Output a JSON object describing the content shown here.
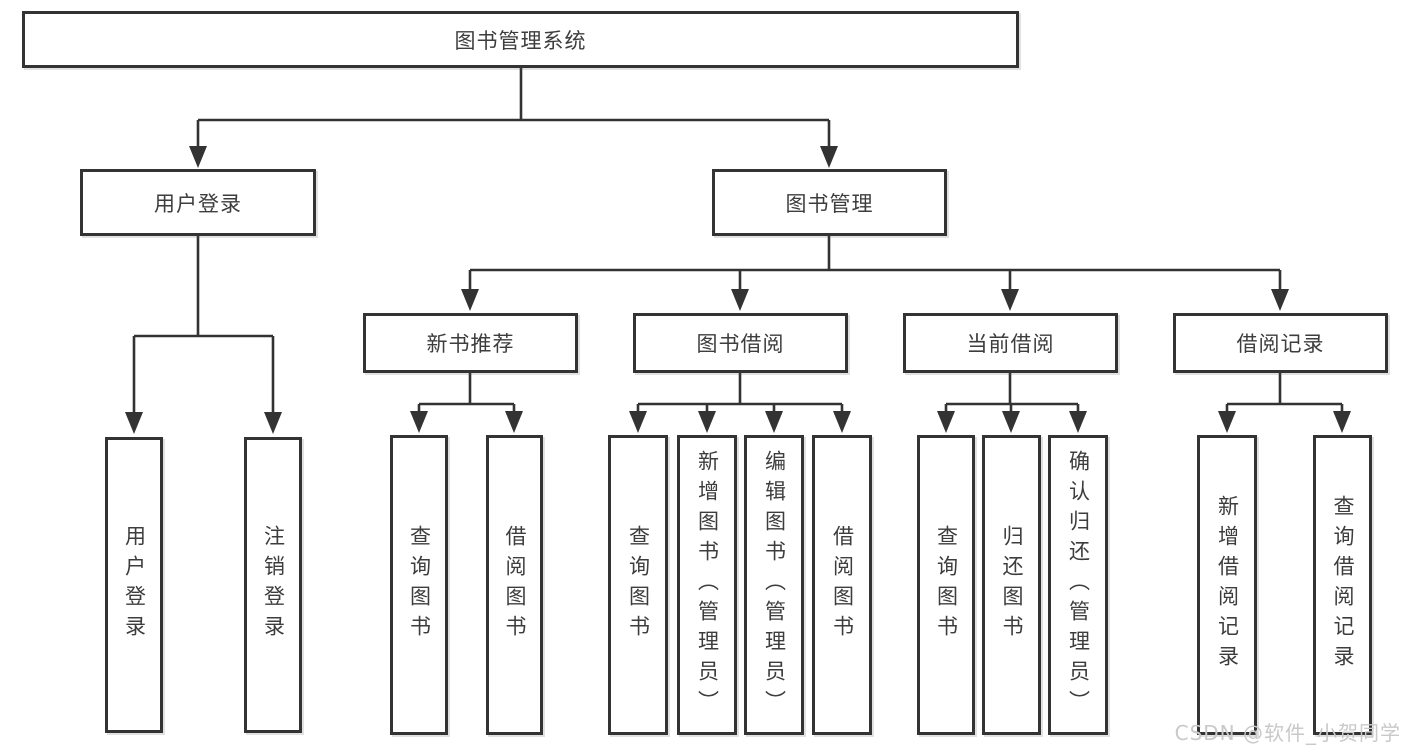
{
  "tree": {
    "root": {
      "label": "图书管理系统"
    },
    "branches": [
      {
        "label": "用户登录",
        "children": [
          {
            "label": "用户登录"
          },
          {
            "label": "注销登录"
          }
        ]
      },
      {
        "label": "图书管理",
        "groups": [
          {
            "label": "新书推荐",
            "children": [
              {
                "label": "查询图书"
              },
              {
                "label": "借阅图书"
              }
            ]
          },
          {
            "label": "图书借阅",
            "children": [
              {
                "label": "查询图书"
              },
              {
                "label": "新增图书（管理员）"
              },
              {
                "label": "编辑图书（管理员）"
              },
              {
                "label": "借阅图书"
              }
            ]
          },
          {
            "label": "当前借阅",
            "children": [
              {
                "label": "查询图书"
              },
              {
                "label": "归还图书"
              },
              {
                "label": "确认归还（管理员）"
              }
            ]
          },
          {
            "label": "借阅记录",
            "children": [
              {
                "label": "新增借阅记录"
              },
              {
                "label": "查询借阅记录"
              }
            ]
          }
        ]
      }
    ]
  },
  "watermark": {
    "text": "CSDN @软件_小贺同学"
  },
  "colors": {
    "line": "#333333",
    "box_border": "#333333",
    "box_bg": "#ffffff",
    "page_bg": "#ffffff",
    "text": "#3d3d3d",
    "watermark": "#c9c9c9"
  }
}
